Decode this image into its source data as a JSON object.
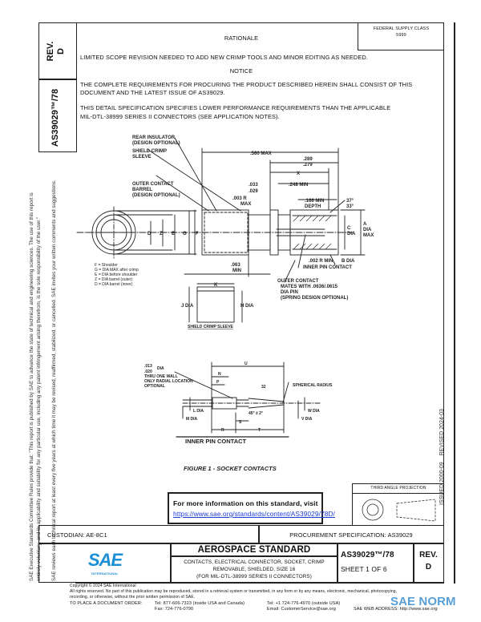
{
  "side": {
    "rev_label": "REV.",
    "rev_value": "D",
    "doc_number": "AS39029™/78",
    "disclaimer_line1": "SAE Executive Standards Committee Rules provide that: \"This report is published by SAE to advance the state of technical and engineering sciences. The use of this report is",
    "disclaimer_line2": "entirely voluntary, and its applicability and suitability for any particular use, including any patent infringement arising therefrom, is the sole responsibility of the user.\"",
    "disclaimer_line3": "SAE reviews each technical report at least every five years at which time it may be revised, reaffirmed, stabilized, or cancelled. SAE invites your written comments and suggestions.",
    "issued": "ISSUED 2000-09",
    "revised": "REVISED 2024-03"
  },
  "header": {
    "federal_supply_class": "FEDERAL SUPPLY CLASS",
    "fsc_number": "5999",
    "rationale_title": "RATIONALE",
    "rationale_text": "LIMITED SCOPE REVISION NEEDED TO ADD NEW CRIMP TOOLS AND MINOR EDITING AS NEEDED.",
    "notice_title": "NOTICE",
    "notice_line1": "THE COMPLETE REQUIREMENTS FOR PROCURING THE PRODUCT DESCRIBED HEREIN SHALL CONSIST OF THIS",
    "notice_line2": "DOCUMENT AND THE LATEST ISSUE OF AS39029.",
    "detail_line1": "THIS DETAIL SPECIFICATION SPECIFIES LOWER PERFORMANCE REQUIREMENTS THAN THE APPLICABLE",
    "detail_line2": "MIL-DTL-38999 SERIES II CONNECTORS (SEE APPLICATION NOTES)."
  },
  "figure": {
    "labels": {
      "rear_insulator": "REAR INSULATOR",
      "design_optional": "(DESIGN OPTIONAL)",
      "shield_crimp": "SHIELD CRIMP",
      "sleeve": "SLEEVE",
      "outer_contact": "OUTER CONTACT",
      "barrel": "BARREL",
      "design_optional2": "(DESIGN OPTIONAL)",
      "dim_560": ".560 MAX",
      "dim_289": ".289",
      "dim_279": ".279",
      "dim_x": "X",
      "dim_033": ".033",
      "dim_029": ".029",
      "dim_248": ".248 MIN",
      "dim_003": ".003 R",
      "max": "MAX",
      "dim_166": ".166 MIN",
      "depth": "DEPTH",
      "angle": "37°",
      "angle2": "33°",
      "d": "D",
      "z": "Z",
      "e": "E",
      "g": "G",
      "f": "F",
      "c_dia": "C",
      "dia": "DIA",
      "a": "A",
      "dia_max1": "DIA",
      "dia_max2": "MAX",
      "dim_063": ".063",
      "min": "MIN",
      "dim_002": ".002 R MIN",
      "b_dia": "B DIA",
      "inner_pin_contact_lbl": "INNER PIN CONTACT",
      "outer_contact2": "OUTER CONTACT",
      "mates": "MATES WITH .0636/.0615",
      "dia_pin": "DIA PIN",
      "spring": "(SPRING DESIGN OPTIONAL)",
      "legend": [
        "F = Shoulder",
        "G = DIA MAX after crimp",
        "E = DIA before shoulder",
        "Z = DIA barrel (outer)",
        "D = DIA barrel (inner)"
      ],
      "sleeve_k": "K",
      "j_dia": "J DIA",
      "h_dia": "H DIA",
      "shield_crimp_sleeve": "SHIELD CRIMP SLEEVE",
      "pin_013": ".013",
      "pin_020": ".020",
      "pin_dia": "DIA",
      "thru": "THRU ONE WALL",
      "only_radial": "ONLY RADIAL LOCATION",
      "optional": "OPTIONAL",
      "u": "U",
      "n": "N",
      "p": "P",
      "r": "R",
      "s": "S",
      "t": "T",
      "finish": "32",
      "spherical": "SPHERICAL RADIUS",
      "chamfer": "45° ± 2°",
      "l_dia": "L DIA",
      "m_dia": "M DIA",
      "w_dia": "W DIA",
      "v_dia": "V DIA",
      "inner_pin_contact": "INNER PIN CONTACT"
    },
    "caption": "FIGURE 1 - SOCKET CONTACTS"
  },
  "info_box": {
    "text": "For more information on this standard, visit",
    "link": "https://www.sae.org/standards/content/AS39029/78D/"
  },
  "projection": {
    "label": "THIRD ANGLE PROJECTION"
  },
  "title_block": {
    "custodian": "CUSTODIAN: AE-8C1",
    "procurement": "PROCUREMENT SPECIFICATION: AS39029",
    "logo_text": "SAE",
    "logo_sub": "INTERNATIONAL",
    "standard_title": "AEROSPACE STANDARD",
    "desc_line1": "CONTACTS, ELECTRICAL CONNECTOR, SOCKET, CRIMP",
    "desc_line2": "REMOVABLE, SHIELDED, SIZE 16",
    "desc_line3": "(FOR MIL-DTL-38999 SERIES II CONNECTORS)",
    "doc_number": "AS39029™/78",
    "sheet": "SHEET 1 OF 6",
    "rev_label": "REV.",
    "rev_value": "D",
    "brand_color": "#1a8fd6"
  },
  "footer": {
    "copyright": "Copyright © 2024 SAE International",
    "rights1": "All rights reserved. No part of this publication may be reproduced, stored in a retrieval system or transmitted, in any form or by any means, electronic, mechanical, photocopying,",
    "rights2": "recording, or otherwise, without the prior written permission of SAE.",
    "order": "TO PLACE A DOCUMENT ORDER:",
    "tel1": "Tel: 877-606-7323 (inside USA and Canada)",
    "fax": "Fax: 724-776-0790",
    "tel2": "Tel: +1 724-776-4970 (outside USA)",
    "email": "Email: CustomerService@sae.org",
    "web": "SAE WEB ADDRESS: http://www.sae.org",
    "watermark": "SAE NORM"
  }
}
